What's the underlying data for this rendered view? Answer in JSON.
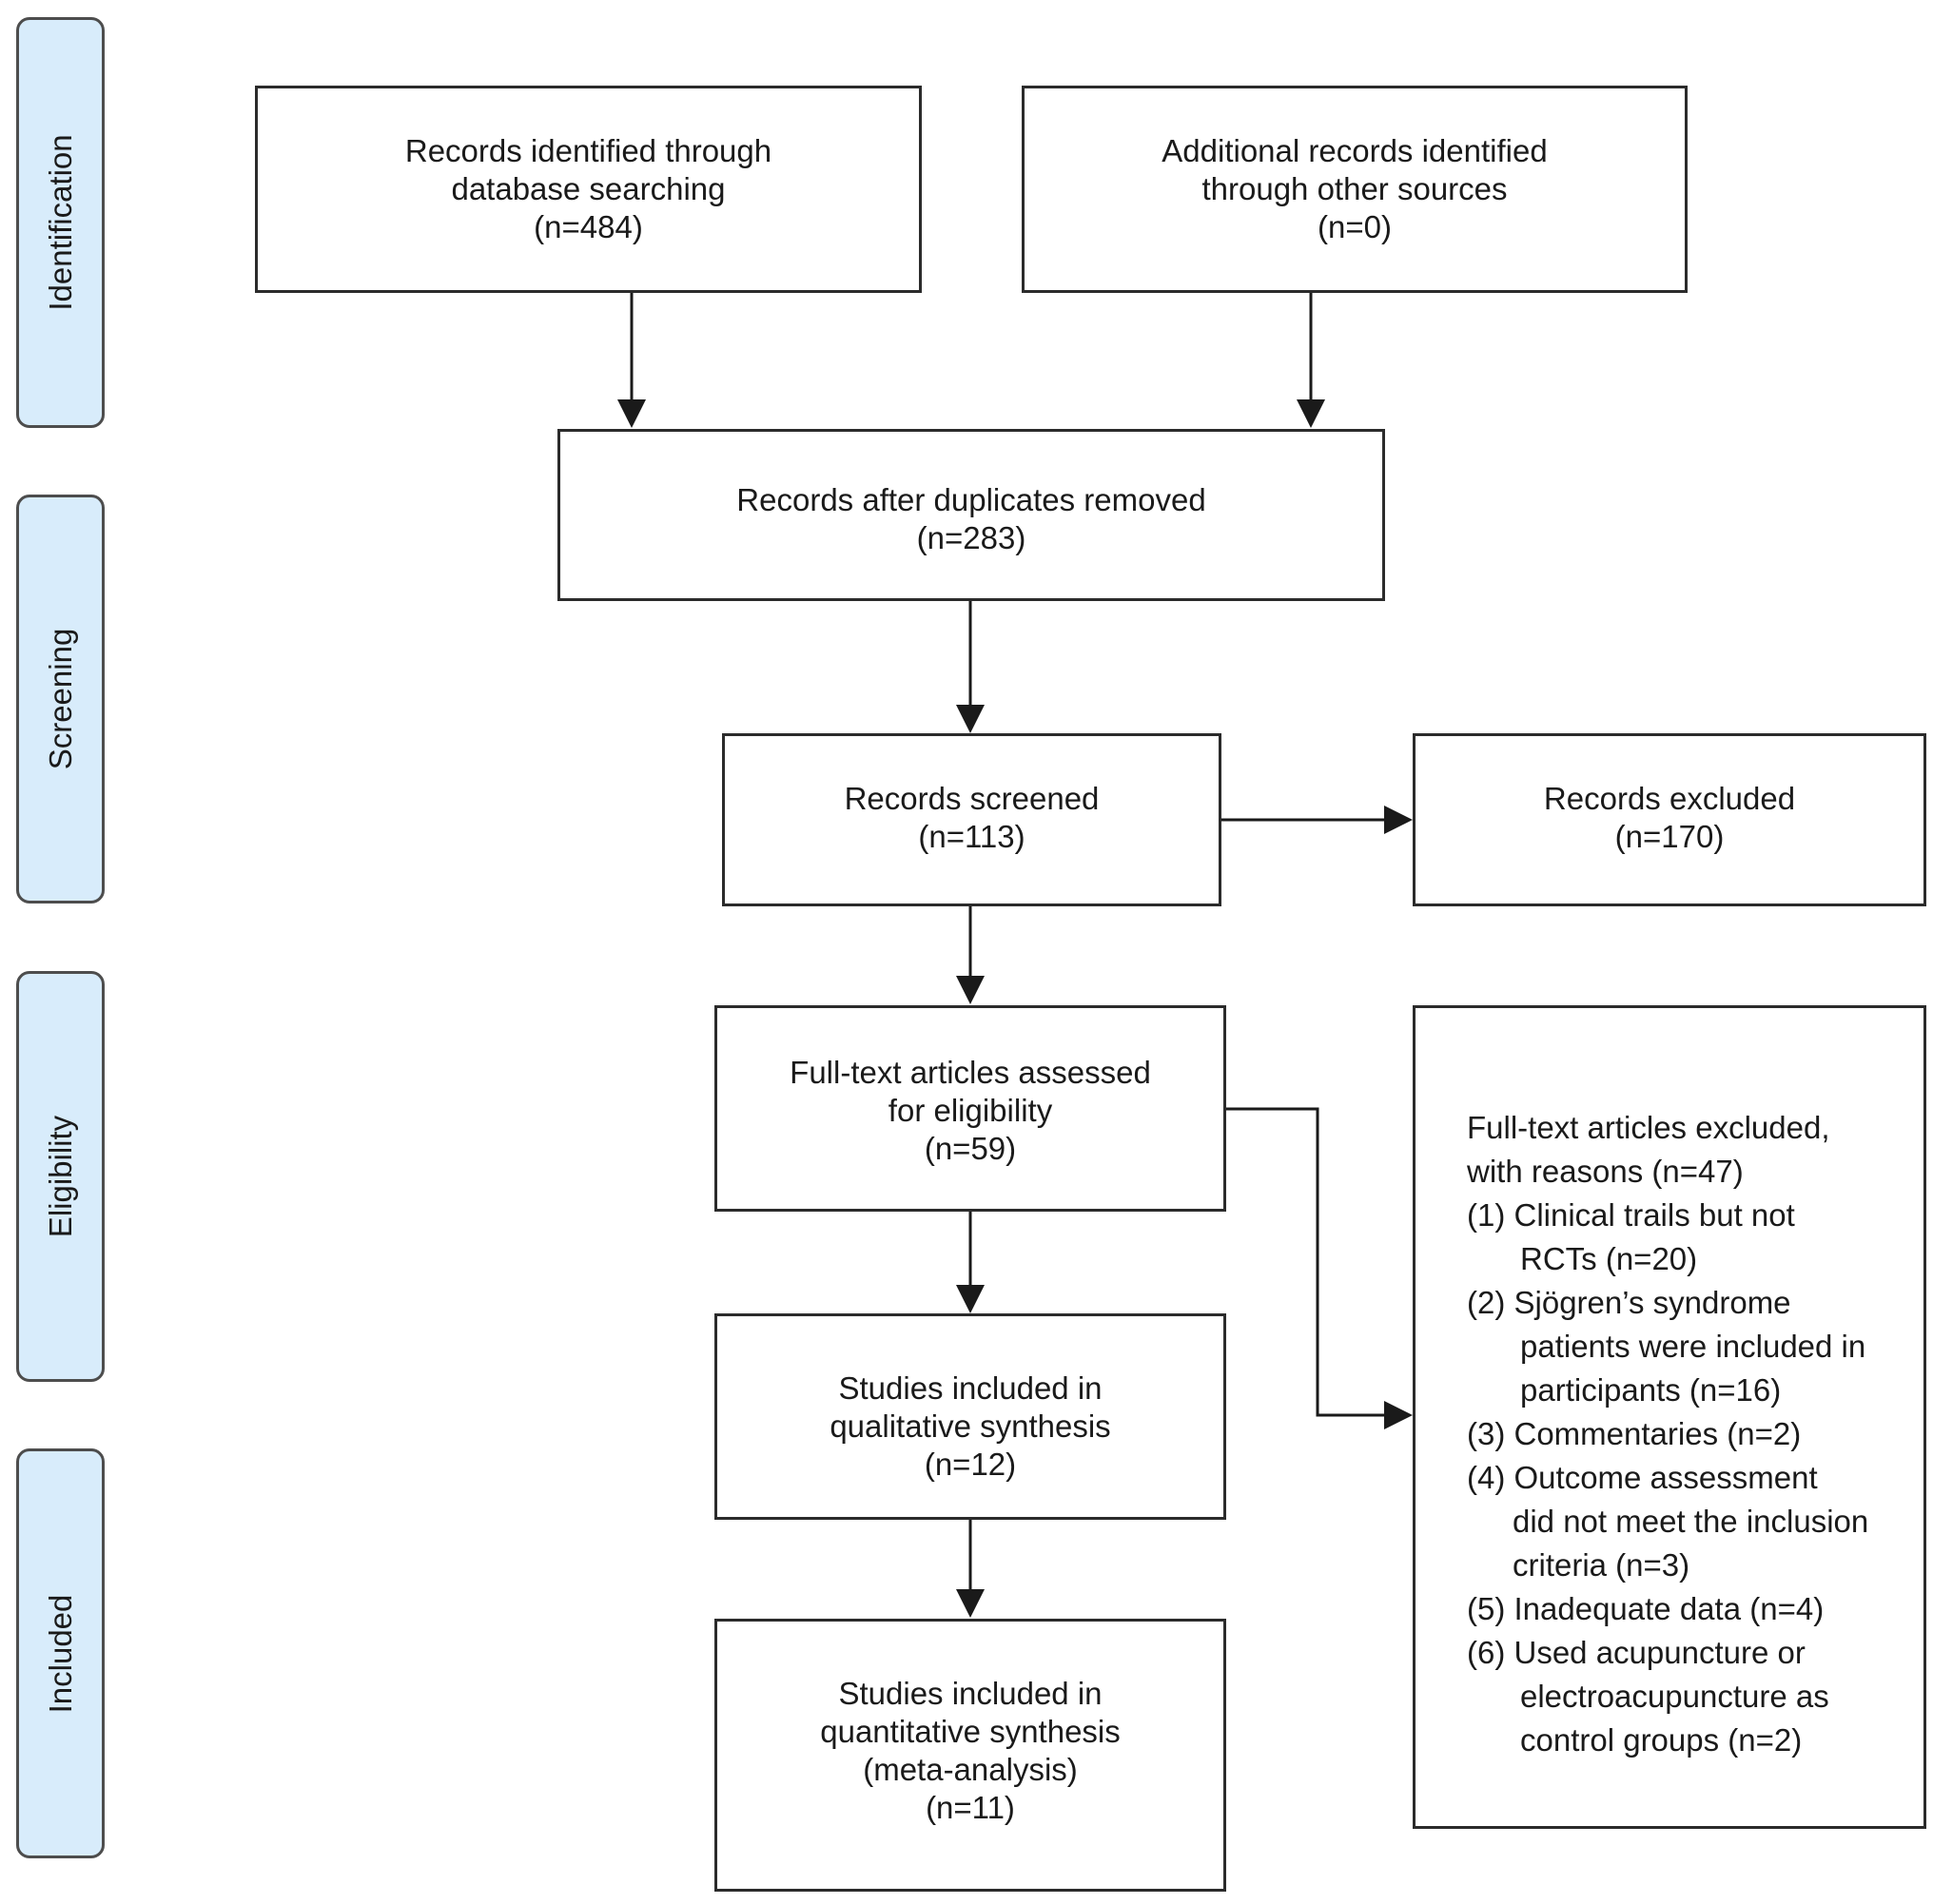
{
  "phases": {
    "identification": "Identification",
    "screening": "Screening",
    "eligibility": "Eligibility",
    "included": "Included"
  },
  "boxes": {
    "database_search": {
      "lines": [
        "Records identified through",
        "database searching",
        "(n=484)"
      ]
    },
    "other_sources": {
      "lines": [
        "Additional records identified",
        "through other sources",
        "(n=0)"
      ]
    },
    "duplicates_removed": {
      "lines": [
        "Records after duplicates removed",
        "(n=283)"
      ]
    },
    "screened": {
      "lines": [
        "Records screened",
        "(n=113)"
      ]
    },
    "excluded": {
      "lines": [
        "Records excluded",
        "(n=170)"
      ]
    },
    "full_text": {
      "lines": [
        "Full-text articles assessed",
        "for eligibility",
        "(n=59)"
      ]
    },
    "qualitative": {
      "lines": [
        "Studies included in",
        "qualitative synthesis",
        "(n=12)"
      ]
    },
    "quantitative": {
      "lines": [
        "Studies included in",
        "quantitative synthesis",
        "(meta-analysis)",
        "(n=11)"
      ]
    }
  },
  "exclusions": {
    "heading_1": "Full-text articles excluded,",
    "heading_2": "with reasons (n=47)",
    "reason_1a": "(1) Clinical trails but not",
    "reason_1b": "RCTs (n=20)",
    "reason_2a": "(2) Sjögren’s syndrome",
    "reason_2b": "patients were included in",
    "reason_2c": "participants (n=16)",
    "reason_3": "(3) Commentaries (n=2)",
    "reason_4a": "(4) Outcome  assessment",
    "reason_4b": "did not meet the inclusion",
    "reason_4c": "criteria (n=3)",
    "reason_5": "(5) Inadequate data (n=4)",
    "reason_6a": "(6) Used acupuncture or",
    "reason_6b": "electroacupuncture as",
    "reason_6c": "control groups (n=2)"
  }
}
